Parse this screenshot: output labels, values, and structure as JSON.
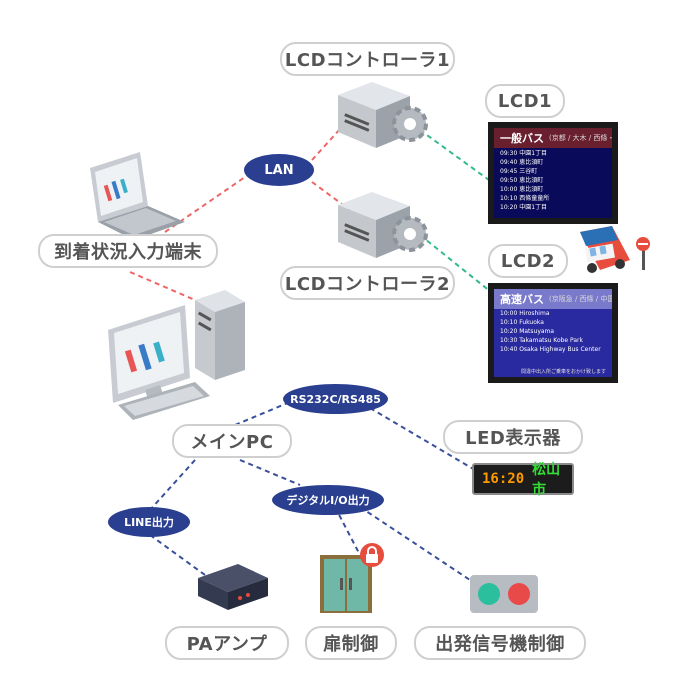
{
  "labels": {
    "lcd_controller_1": "LCDコントローラ1",
    "lcd_controller_2": "LCDコントローラ2",
    "lcd1": "LCD1",
    "lcd2": "LCD2",
    "arrival_terminal": "到着状況入力端末",
    "main_pc": "メインPC",
    "led_display": "LED表示器",
    "pa_amp": "PAアンプ",
    "door_control": "扉制御",
    "departure_signal": "出発信号機制御"
  },
  "connections": {
    "lan": "LAN",
    "serial": "RS232C/RS485",
    "line_out": "LINE出力",
    "digital_io": "デジタルI/O出力"
  },
  "lcd1_screen": {
    "title": "一般バス",
    "subtitle": "(京都 / 大木 / 西條・・・)",
    "rows": [
      "09:30 中園1丁目",
      "09:40 恵比須町",
      "09:45 三谷町",
      "09:50 恵比須町",
      "10:00 恵比須町",
      "10:10 西條童童所",
      "10:20 中園1丁目"
    ]
  },
  "lcd2_screen": {
    "title": "高速バス",
    "subtitle": "(京阪急 / 西條 / 中国・・・)",
    "rows": [
      "10:00 Hiroshima",
      "10:10 Fukuoka",
      "10:20 Matsuyama",
      "10:30 Takamatsu Kobe Park",
      "10:40 Osaka Highway Bus Center"
    ],
    "footer": "間違中出入所ご乗車をおかけ致します"
  },
  "led_text": {
    "time": "16:20",
    "destination": "松山市"
  },
  "colors": {
    "label_border": "#cfcfcf",
    "label_text": "#555555",
    "oval_fill": "#2a3f8f",
    "red_link": "#ee6666",
    "green_link": "#33bb88",
    "blue_link": "#3a4f9a",
    "lcd1_background": "#0a0a5a",
    "lcd1_header": "#6a1f2f",
    "lcd2_background": "#2a2aa0",
    "lcd2_header": "#7a7acc",
    "led_time": "#ff9900",
    "led_destination": "#33dd33"
  },
  "icons": [
    "laptop-icon",
    "desktop-pc-icon",
    "server-gear-icon",
    "bus-icon",
    "bus-stop-icon",
    "amplifier-icon",
    "door-lock-icon",
    "signal-lights-icon"
  ]
}
